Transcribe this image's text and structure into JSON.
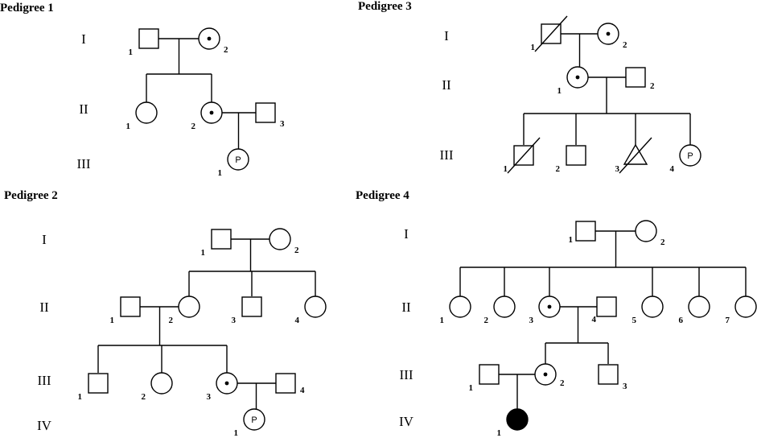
{
  "pedigrees": [
    {
      "id": "p1",
      "title": "Pedigree 1",
      "generations": [
        "I",
        "II",
        "III"
      ],
      "individuals": [
        {
          "id": "I1",
          "gen": 0,
          "label": "1",
          "sex": "male",
          "status": "unaffected"
        },
        {
          "id": "I2",
          "gen": 0,
          "label": "2",
          "sex": "female",
          "status": "carrier"
        },
        {
          "id": "II1",
          "gen": 1,
          "label": "1",
          "sex": "female",
          "status": "unaffected"
        },
        {
          "id": "II2",
          "gen": 1,
          "label": "2",
          "sex": "female",
          "status": "carrier"
        },
        {
          "id": "II3",
          "gen": 1,
          "label": "3",
          "sex": "male",
          "status": "unaffected"
        },
        {
          "id": "III1",
          "gen": 2,
          "label": "1",
          "sex": "female",
          "status": "pregnancy",
          "mark": "P"
        }
      ],
      "unions": [
        {
          "partners": [
            "I1",
            "I2"
          ],
          "children": [
            "II1",
            "II2"
          ]
        },
        {
          "partners": [
            "II2",
            "II3"
          ],
          "children": [
            "III1"
          ]
        }
      ]
    },
    {
      "id": "p2",
      "title": "Pedigree 2",
      "generations": [
        "I",
        "II",
        "III",
        "IV"
      ],
      "individuals": [
        {
          "id": "I1",
          "gen": 0,
          "label": "1",
          "sex": "male",
          "status": "unaffected"
        },
        {
          "id": "I2",
          "gen": 0,
          "label": "2",
          "sex": "female",
          "status": "unaffected"
        },
        {
          "id": "II1",
          "gen": 1,
          "label": "1",
          "sex": "male",
          "status": "unaffected"
        },
        {
          "id": "II2",
          "gen": 1,
          "label": "2",
          "sex": "female",
          "status": "unaffected"
        },
        {
          "id": "II3",
          "gen": 1,
          "label": "3",
          "sex": "male",
          "status": "unaffected"
        },
        {
          "id": "II4",
          "gen": 1,
          "label": "4",
          "sex": "female",
          "status": "unaffected"
        },
        {
          "id": "III1",
          "gen": 2,
          "label": "1",
          "sex": "male",
          "status": "unaffected"
        },
        {
          "id": "III2",
          "gen": 2,
          "label": "2",
          "sex": "female",
          "status": "unaffected"
        },
        {
          "id": "III3",
          "gen": 2,
          "label": "3",
          "sex": "female",
          "status": "carrier"
        },
        {
          "id": "III4",
          "gen": 2,
          "label": "4",
          "sex": "male",
          "status": "unaffected"
        },
        {
          "id": "IV1",
          "gen": 3,
          "label": "1",
          "sex": "female",
          "status": "pregnancy",
          "mark": "P"
        }
      ],
      "unions": [
        {
          "partners": [
            "I1",
            "I2"
          ],
          "children": [
            "II2",
            "II3",
            "II4"
          ]
        },
        {
          "partners": [
            "II1",
            "II2"
          ],
          "children": [
            "III1",
            "III2",
            "III3"
          ]
        },
        {
          "partners": [
            "III3",
            "III4"
          ],
          "children": [
            "IV1"
          ]
        }
      ]
    },
    {
      "id": "p3",
      "title": "Pedigree 3",
      "generations": [
        "I",
        "II",
        "III"
      ],
      "individuals": [
        {
          "id": "I1",
          "gen": 0,
          "label": "1",
          "sex": "male",
          "status": "deceased"
        },
        {
          "id": "I2",
          "gen": 0,
          "label": "2",
          "sex": "female",
          "status": "carrier"
        },
        {
          "id": "II1",
          "gen": 1,
          "label": "1",
          "sex": "female",
          "status": "carrier"
        },
        {
          "id": "II2",
          "gen": 1,
          "label": "2",
          "sex": "male",
          "status": "unaffected"
        },
        {
          "id": "III1",
          "gen": 2,
          "label": "1",
          "sex": "male",
          "status": "deceased"
        },
        {
          "id": "III2",
          "gen": 2,
          "label": "2",
          "sex": "male",
          "status": "unaffected"
        },
        {
          "id": "III3",
          "gen": 2,
          "label": "3",
          "sex": "pregnancy-loss",
          "status": "deceased"
        },
        {
          "id": "III4",
          "gen": 2,
          "label": "4",
          "sex": "female",
          "status": "pregnancy",
          "mark": "P"
        }
      ],
      "unions": [
        {
          "partners": [
            "I1",
            "I2"
          ],
          "children": [
            "II1"
          ]
        },
        {
          "partners": [
            "II1",
            "II2"
          ],
          "children": [
            "III1",
            "III2",
            "III3",
            "III4"
          ]
        }
      ]
    },
    {
      "id": "p4",
      "title": "Pedigree 4",
      "generations": [
        "I",
        "II",
        "III",
        "IV"
      ],
      "individuals": [
        {
          "id": "I1",
          "gen": 0,
          "label": "1",
          "sex": "male",
          "status": "unaffected"
        },
        {
          "id": "I2",
          "gen": 0,
          "label": "2",
          "sex": "female",
          "status": "unaffected"
        },
        {
          "id": "II1",
          "gen": 1,
          "label": "1",
          "sex": "female",
          "status": "unaffected"
        },
        {
          "id": "II2",
          "gen": 1,
          "label": "2",
          "sex": "female",
          "status": "unaffected"
        },
        {
          "id": "II3",
          "gen": 1,
          "label": "3",
          "sex": "female",
          "status": "carrier"
        },
        {
          "id": "II4",
          "gen": 1,
          "label": "4",
          "sex": "male",
          "status": "unaffected"
        },
        {
          "id": "II5",
          "gen": 1,
          "label": "5",
          "sex": "female",
          "status": "unaffected"
        },
        {
          "id": "II6",
          "gen": 1,
          "label": "6",
          "sex": "female",
          "status": "unaffected"
        },
        {
          "id": "II7",
          "gen": 1,
          "label": "7",
          "sex": "female",
          "status": "unaffected"
        },
        {
          "id": "III1",
          "gen": 2,
          "label": "1",
          "sex": "male",
          "status": "unaffected"
        },
        {
          "id": "III2",
          "gen": 2,
          "label": "2",
          "sex": "female",
          "status": "carrier"
        },
        {
          "id": "III3",
          "gen": 2,
          "label": "3",
          "sex": "male",
          "status": "unaffected"
        },
        {
          "id": "IV1",
          "gen": 3,
          "label": "1",
          "sex": "female",
          "status": "affected"
        }
      ],
      "unions": [
        {
          "partners": [
            "I1",
            "I2"
          ],
          "children": [
            "II1",
            "II2",
            "II3",
            "II5",
            "II6",
            "II7"
          ]
        },
        {
          "partners": [
            "II3",
            "II4"
          ],
          "children": [
            "III2",
            "III3"
          ]
        },
        {
          "partners": [
            "III1",
            "III2"
          ],
          "children": [
            "IV1"
          ]
        }
      ]
    }
  ]
}
